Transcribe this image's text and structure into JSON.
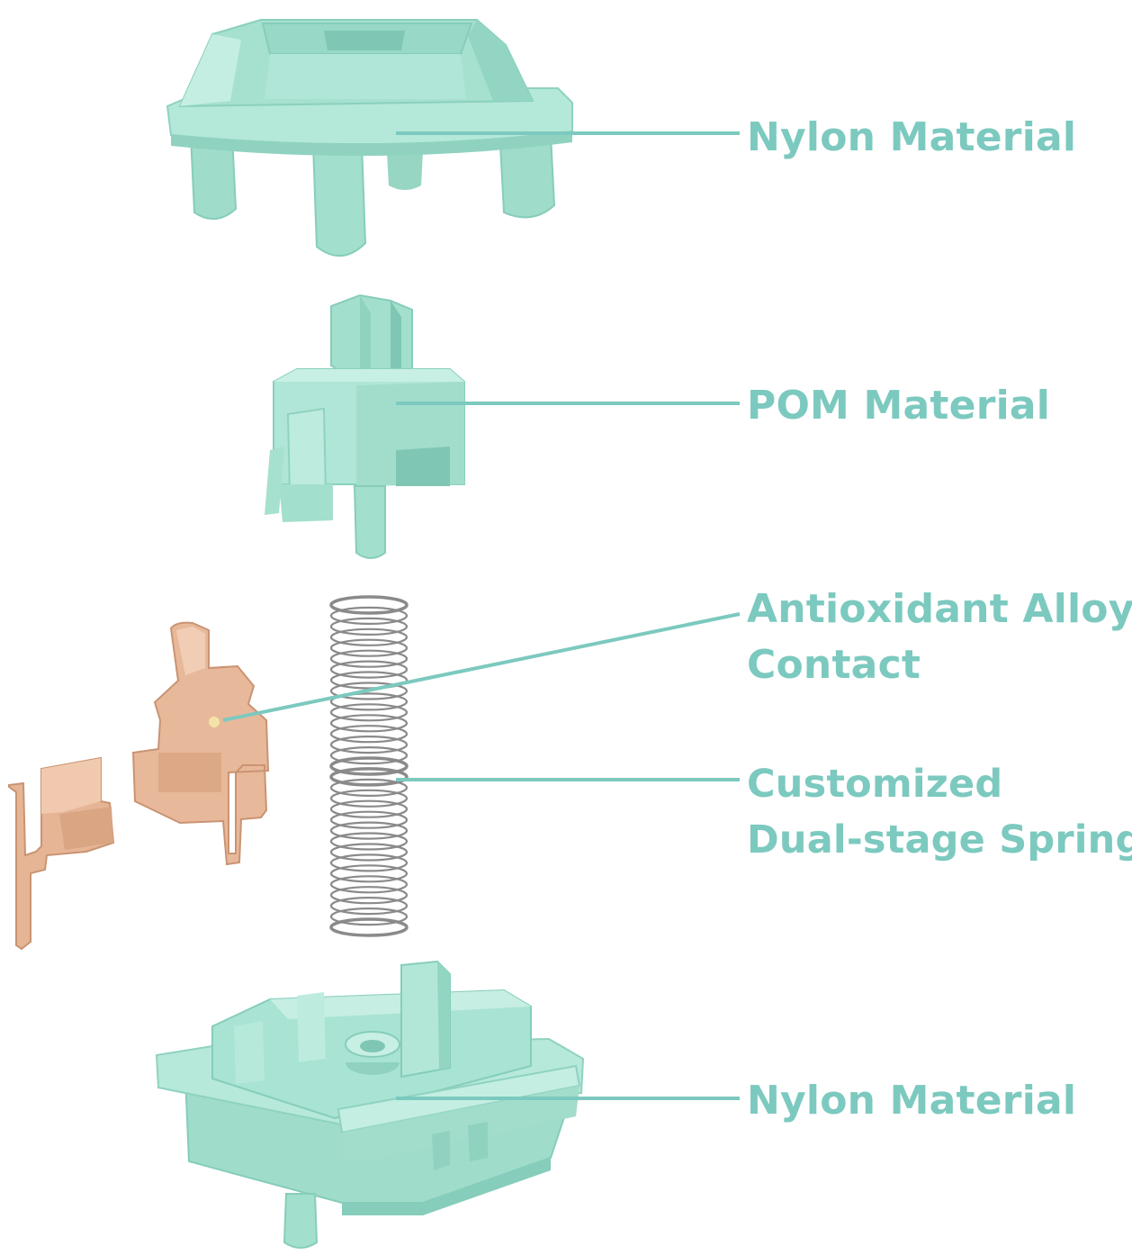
{
  "colors": {
    "mint": "#a8e3d3",
    "mint_dark": "#86cdbb",
    "mint_light": "#c4eee2",
    "label": "#7cc9bf",
    "leader": "#7cc9bf",
    "copper": "#e8b89a",
    "copper_dark": "#c99473",
    "spring": "#8a8a8a"
  },
  "labels": {
    "top_housing": "Nylon Material",
    "stem": "POM Material",
    "contact_line1": "Antioxidant Alloy",
    "contact_line2": "Contact",
    "spring_line1": "Customized",
    "spring_line2": "Dual-stage Spring",
    "bottom_housing": "Nylon Material"
  },
  "icons": {
    "top_housing": "top-housing-icon",
    "stem": "stem-icon",
    "spring": "spring-icon",
    "contact_leaf": "contact-leaf-icon",
    "contact_bracket": "contact-bracket-icon",
    "bottom_housing": "bottom-housing-icon"
  }
}
